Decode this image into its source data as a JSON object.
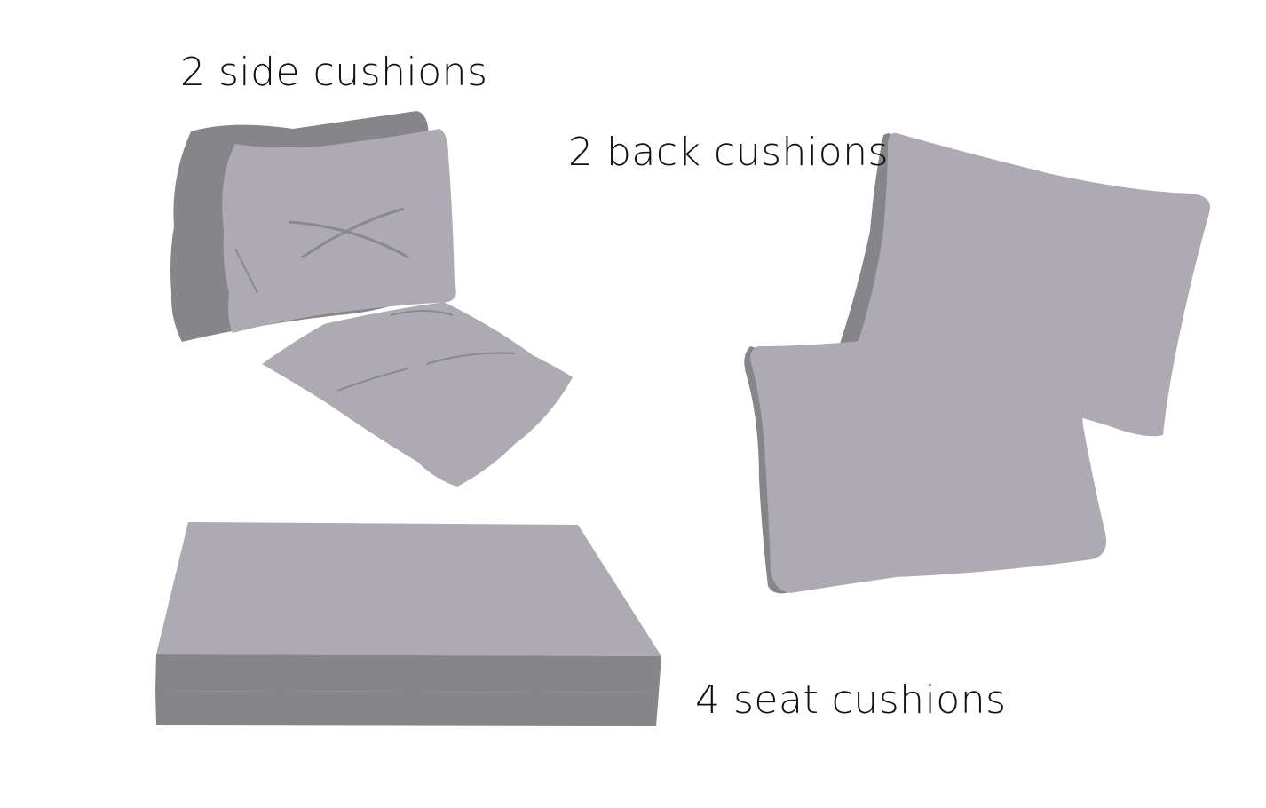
{
  "labels": {
    "side": "2 side cushions",
    "back": "2 back cushions",
    "seat": "4 seat cushions"
  },
  "colors": {
    "cushion_light": "#adaab3",
    "cushion_dark": "#868589",
    "crease": "#8a8890",
    "text": "#111111"
  }
}
